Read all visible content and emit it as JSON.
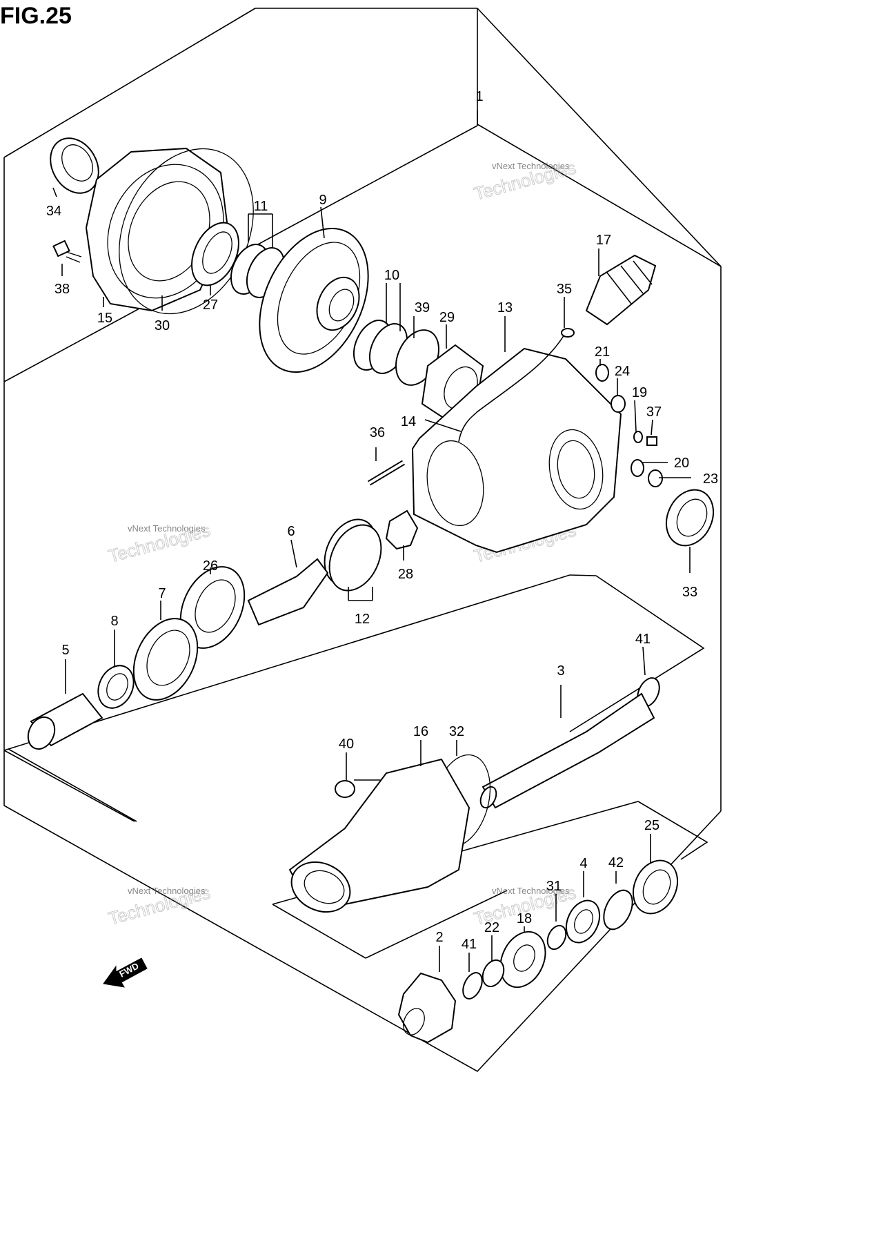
{
  "figure": {
    "title": "FIG.25"
  },
  "watermark": {
    "line1": "vNext Technologies",
    "line2": "Technologies"
  },
  "fwd_label": "FWD",
  "callouts": [
    "1",
    "2",
    "3",
    "4",
    "5",
    "6",
    "7",
    "8",
    "9",
    "10",
    "11",
    "12",
    "13",
    "14",
    "15",
    "16",
    "17",
    "18",
    "19",
    "20",
    "21",
    "22",
    "23",
    "24",
    "25",
    "26",
    "27",
    "28",
    "29",
    "30",
    "31",
    "32",
    "33",
    "34",
    "35",
    "36",
    "37",
    "38",
    "39",
    "40",
    "41",
    "41",
    "42"
  ]
}
